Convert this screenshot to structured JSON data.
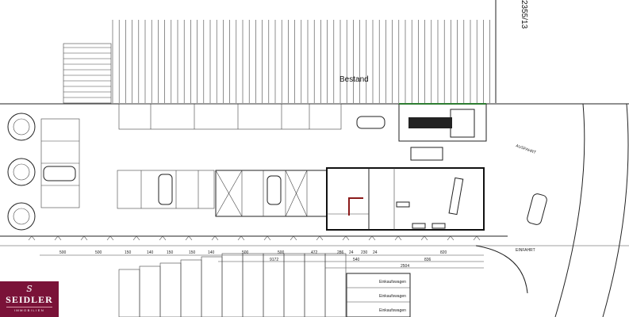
{
  "plan": {
    "existing_label": "Bestand",
    "parcel_number": "2355/13",
    "exit_label": "EINFAHRT",
    "drive_label": "AUSFAHRT",
    "cart_labels": [
      "Einkaufswagen",
      "Einkaufswagen",
      "Einkaufswagen"
    ],
    "dims_bottom_row1": [
      "500",
      "500",
      "150",
      "140",
      "150",
      "150",
      "140",
      "500",
      "500",
      "472",
      "286",
      "24",
      "230",
      "24",
      "820"
    ],
    "dims_bottom_row2": [
      "540",
      "836"
    ],
    "dims_bottom_row3": [
      "2504"
    ],
    "dim_mid": "9172",
    "accent_color": "#2e7d32",
    "highlight_color": "#8b1a1a"
  },
  "logo": {
    "mark": "S",
    "name": "SEIDLER",
    "sub": "IMMOBILIEN",
    "color": "#7a1238"
  }
}
